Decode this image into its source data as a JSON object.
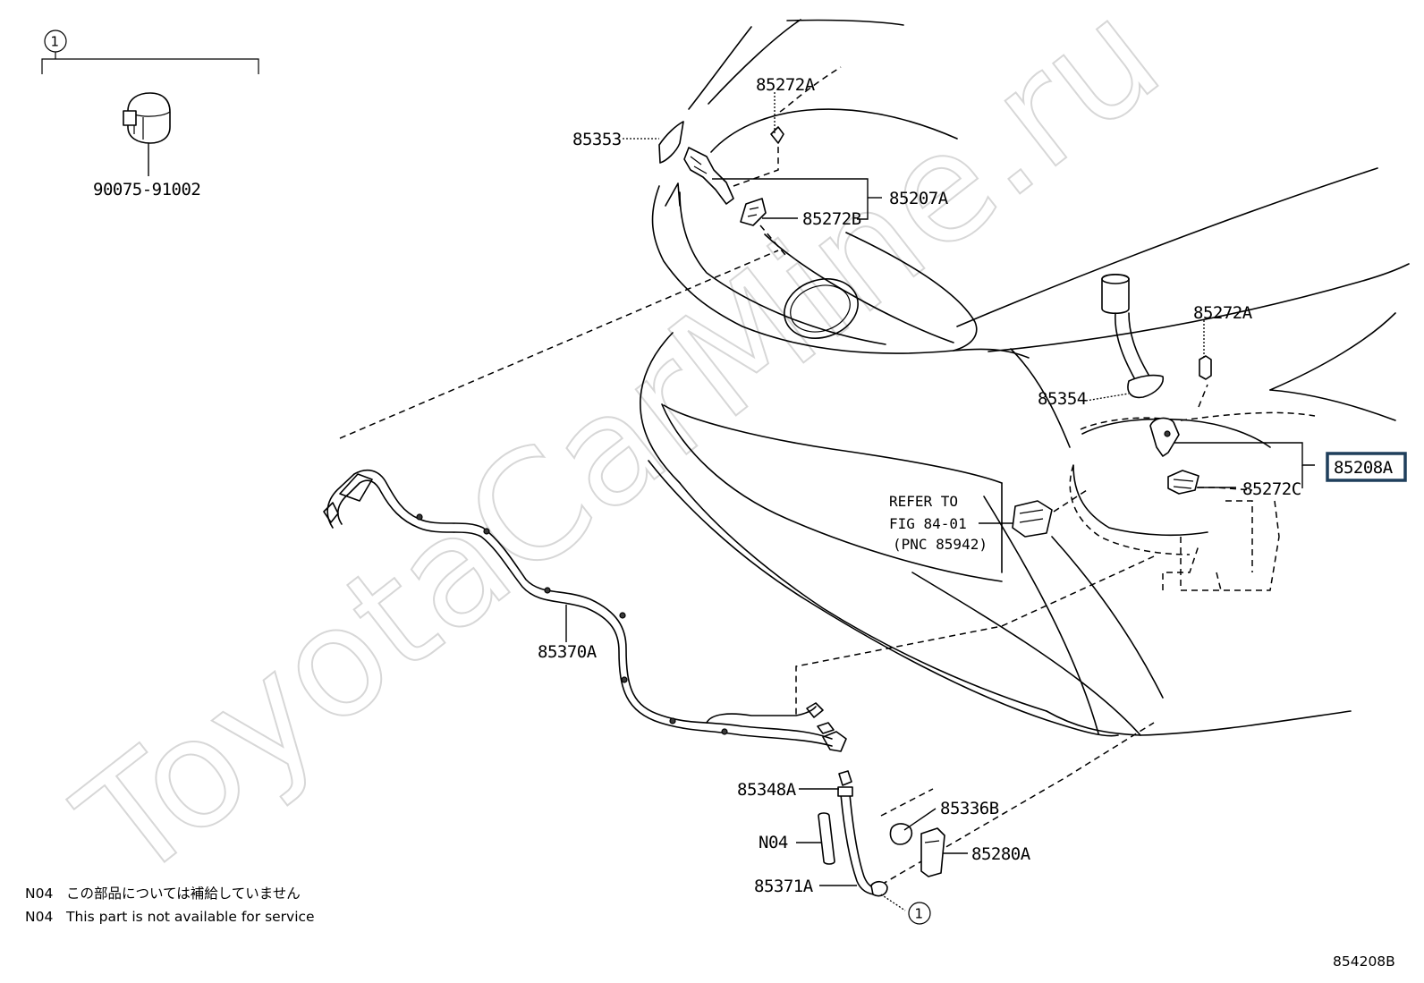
{
  "watermark": "ToyotaCarMine.ru",
  "diagram_code": "854208B",
  "ref_number": "1",
  "labels": {
    "p90075": "90075-91002",
    "p85353": "85353",
    "p85272A_top": "85272A",
    "p85207A": "85207A",
    "p85272B": "85272B",
    "p85272A_right": "85272A",
    "p85354": "85354",
    "p85208A": "85208A",
    "p85272C": "85272C",
    "refer1": "REFER TO",
    "refer2": "FIG 84-01",
    "refer3": "(PNC 85942)",
    "p85370A": "85370A",
    "p85348A": "85348A",
    "p85336B": "85336B",
    "pN04": "N04",
    "p85280A": "85280A",
    "p85371A": "85371A"
  },
  "notes": [
    {
      "code": "N04",
      "text": "この部品については補給していません"
    },
    {
      "code": "N04",
      "text": "This part is not available for service"
    }
  ],
  "highlight_color": "#1f3f5c"
}
